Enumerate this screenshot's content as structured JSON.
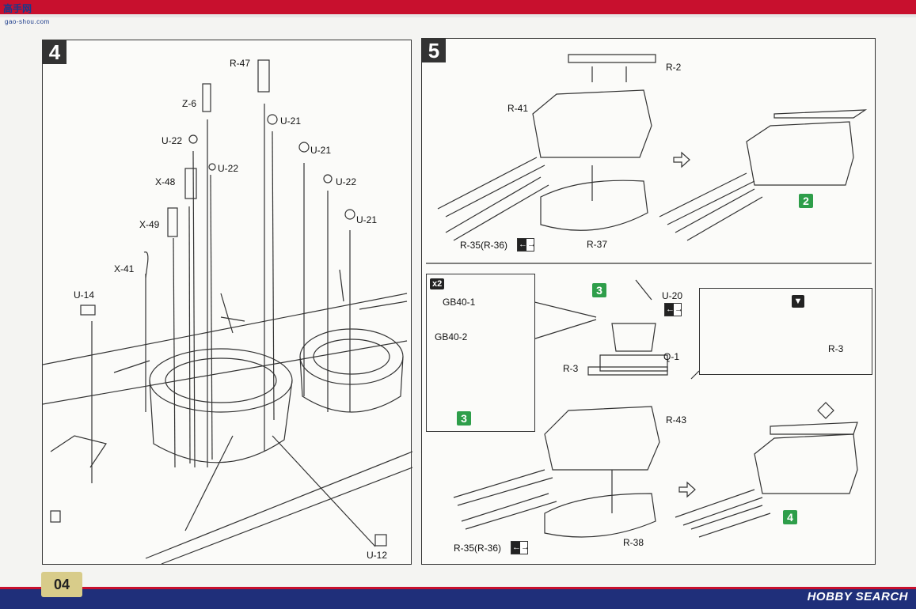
{
  "header": {
    "logo": "高手网",
    "logo_sub": "gao-shou.com"
  },
  "footer": {
    "page_number": "04",
    "watermark": "HOBBY SEARCH"
  },
  "step4": {
    "number": "4",
    "labels": [
      "R-47",
      "Z-6",
      "U-21",
      "U-22",
      "U-22",
      "U-21",
      "X-48",
      "U-22",
      "X-49",
      "U-21",
      "X-41",
      "U-14",
      "U-12"
    ]
  },
  "step5": {
    "number": "5",
    "top": {
      "labels": [
        "R-2",
        "R-41",
        "R-35(R-36)",
        "R-37"
      ],
      "result_badge": "2"
    },
    "inset_left": {
      "multiplier": "x2",
      "labels": [
        "GB40-1",
        "GB40-2"
      ],
      "badge": "3"
    },
    "bottom": {
      "labels": [
        "U-20",
        "Q-1",
        "R-3",
        "R-43",
        "R-35(R-36)",
        "R-38"
      ],
      "badge_mid": "3",
      "result_badge": "4"
    },
    "inset_right": {
      "label": "R-3"
    }
  }
}
